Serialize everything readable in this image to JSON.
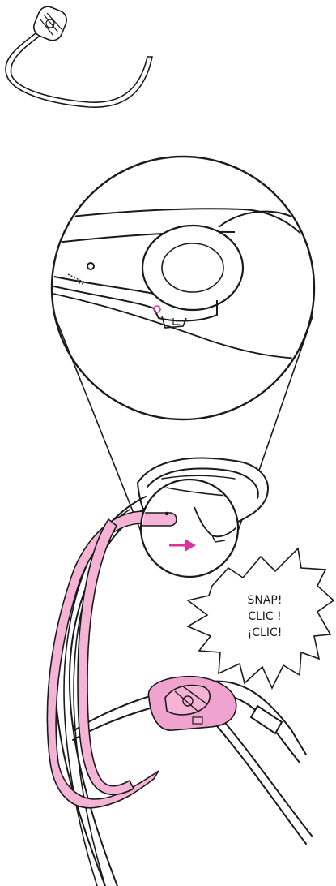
{
  "callout": {
    "line1": "SNAP!",
    "line2": "CLIC !",
    "line3": "¡CLIC!"
  },
  "colors": {
    "highlight": "#e0309a",
    "highlight_fill": "#f5b3d6",
    "stroke": "#1a1a1a"
  },
  "icons": [
    "headband-wire-icon",
    "magnifier-lens-icon",
    "direction-arrow-icon",
    "starburst-callout-icon"
  ]
}
